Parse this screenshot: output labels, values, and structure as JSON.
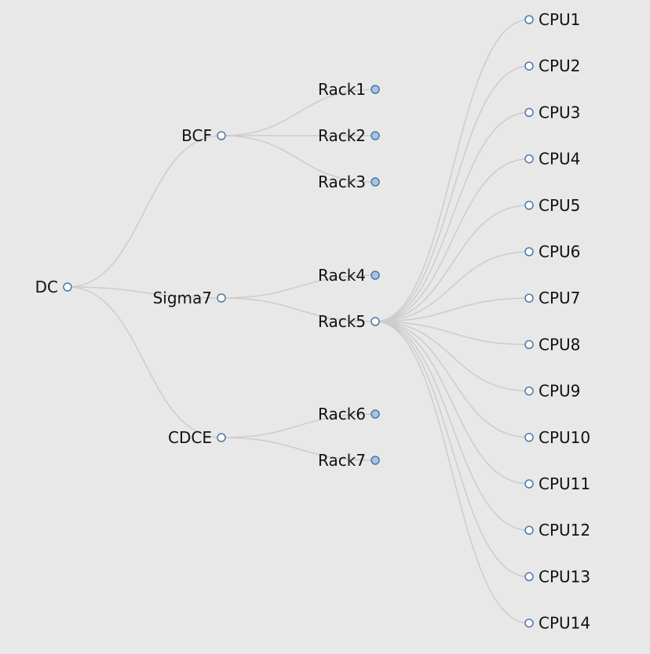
{
  "tree": {
    "label": "DC",
    "collapsed": false,
    "children": [
      {
        "label": "BCF",
        "collapsed": false,
        "children": [
          {
            "label": "Rack1",
            "collapsed": true
          },
          {
            "label": "Rack2",
            "collapsed": true
          },
          {
            "label": "Rack3",
            "collapsed": true
          }
        ]
      },
      {
        "label": "Sigma7",
        "collapsed": false,
        "children": [
          {
            "label": "Rack4",
            "collapsed": true
          },
          {
            "label": "Rack5",
            "collapsed": false,
            "children": [
              {
                "label": "CPU1",
                "collapsed": false
              },
              {
                "label": "CPU2",
                "collapsed": false
              },
              {
                "label": "CPU3",
                "collapsed": false
              },
              {
                "label": "CPU4",
                "collapsed": false
              },
              {
                "label": "CPU5",
                "collapsed": false
              },
              {
                "label": "CPU6",
                "collapsed": false
              },
              {
                "label": "CPU7",
                "collapsed": false
              },
              {
                "label": "CPU8",
                "collapsed": false
              },
              {
                "label": "CPU9",
                "collapsed": false
              },
              {
                "label": "CPU10",
                "collapsed": false
              },
              {
                "label": "CPU11",
                "collapsed": false
              },
              {
                "label": "CPU12",
                "collapsed": false
              },
              {
                "label": "CPU13",
                "collapsed": false
              },
              {
                "label": "CPU14",
                "collapsed": false
              }
            ]
          }
        ]
      },
      {
        "label": "CDCE",
        "collapsed": false,
        "children": [
          {
            "label": "Rack6",
            "collapsed": true
          },
          {
            "label": "Rack7",
            "collapsed": true
          }
        ]
      }
    ]
  },
  "colors": {
    "background": "#e8e8e8",
    "link": "#cccccc",
    "node_stroke": "#4a78a6",
    "node_fill_expanded": "#ffffff",
    "node_fill_collapsed": "#a9c4e2",
    "label": "#111111"
  }
}
